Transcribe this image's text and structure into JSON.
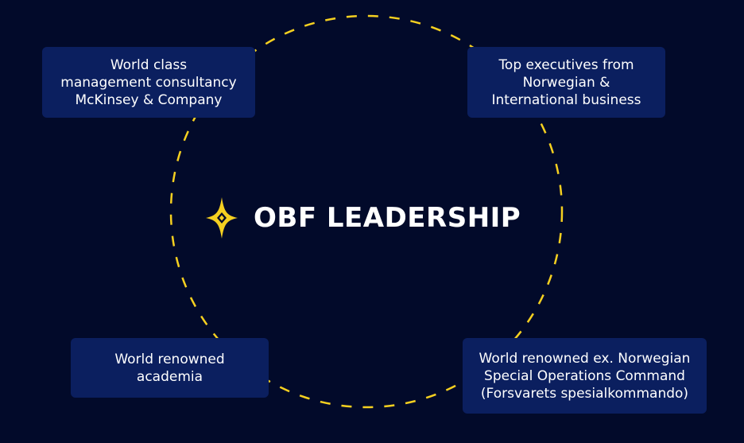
{
  "colors": {
    "background": "#020a2a",
    "box": "#0b1f5f",
    "ring": "#f5d020",
    "text": "#ffffff"
  },
  "center": {
    "icon": "four-point-star-icon",
    "title": "OBF LEADERSHIP"
  },
  "boxes": {
    "top_left": {
      "lines": [
        "World class",
        "management consultancy",
        "McKinsey & Company"
      ]
    },
    "top_right": {
      "lines": [
        "Top executives from",
        "Norwegian &",
        "International business"
      ]
    },
    "bottom_left": {
      "lines": [
        "World renowned",
        "academia"
      ]
    },
    "bottom_right": {
      "lines": [
        "World renowned ex. Norwegian",
        "Special Operations Command",
        "(Forsvarets spesialkommando)"
      ]
    }
  }
}
